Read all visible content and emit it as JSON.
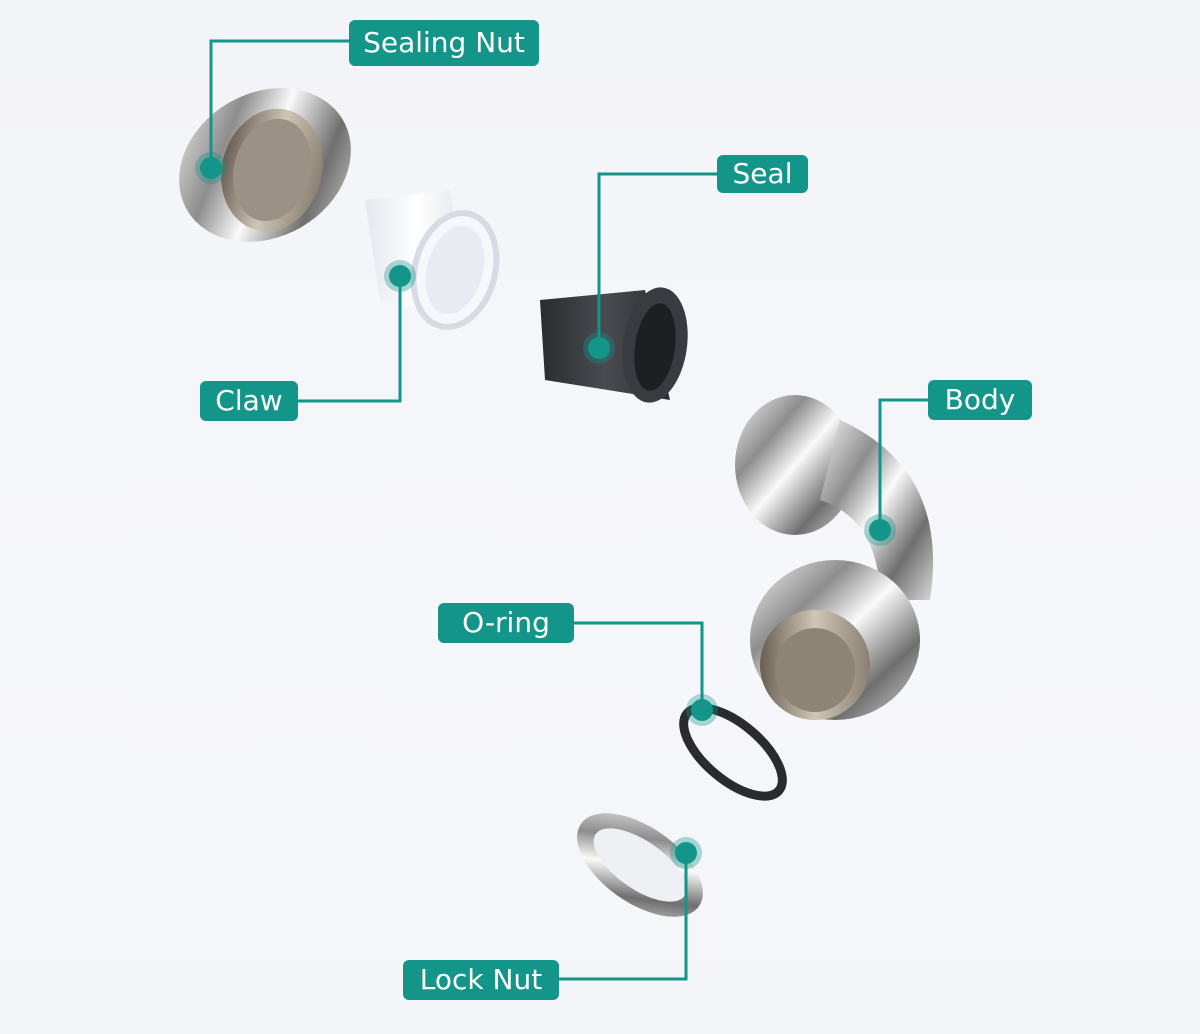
{
  "title": "Cable gland exploded view",
  "accent_color": "#14958a",
  "parts": [
    {
      "id": "sealing-nut",
      "label": "Sealing Nut"
    },
    {
      "id": "claw",
      "label": "Claw"
    },
    {
      "id": "seal",
      "label": "Seal"
    },
    {
      "id": "body",
      "label": "Body"
    },
    {
      "id": "o-ring",
      "label": "O-ring"
    },
    {
      "id": "lock-nut",
      "label": "Lock Nut"
    }
  ]
}
